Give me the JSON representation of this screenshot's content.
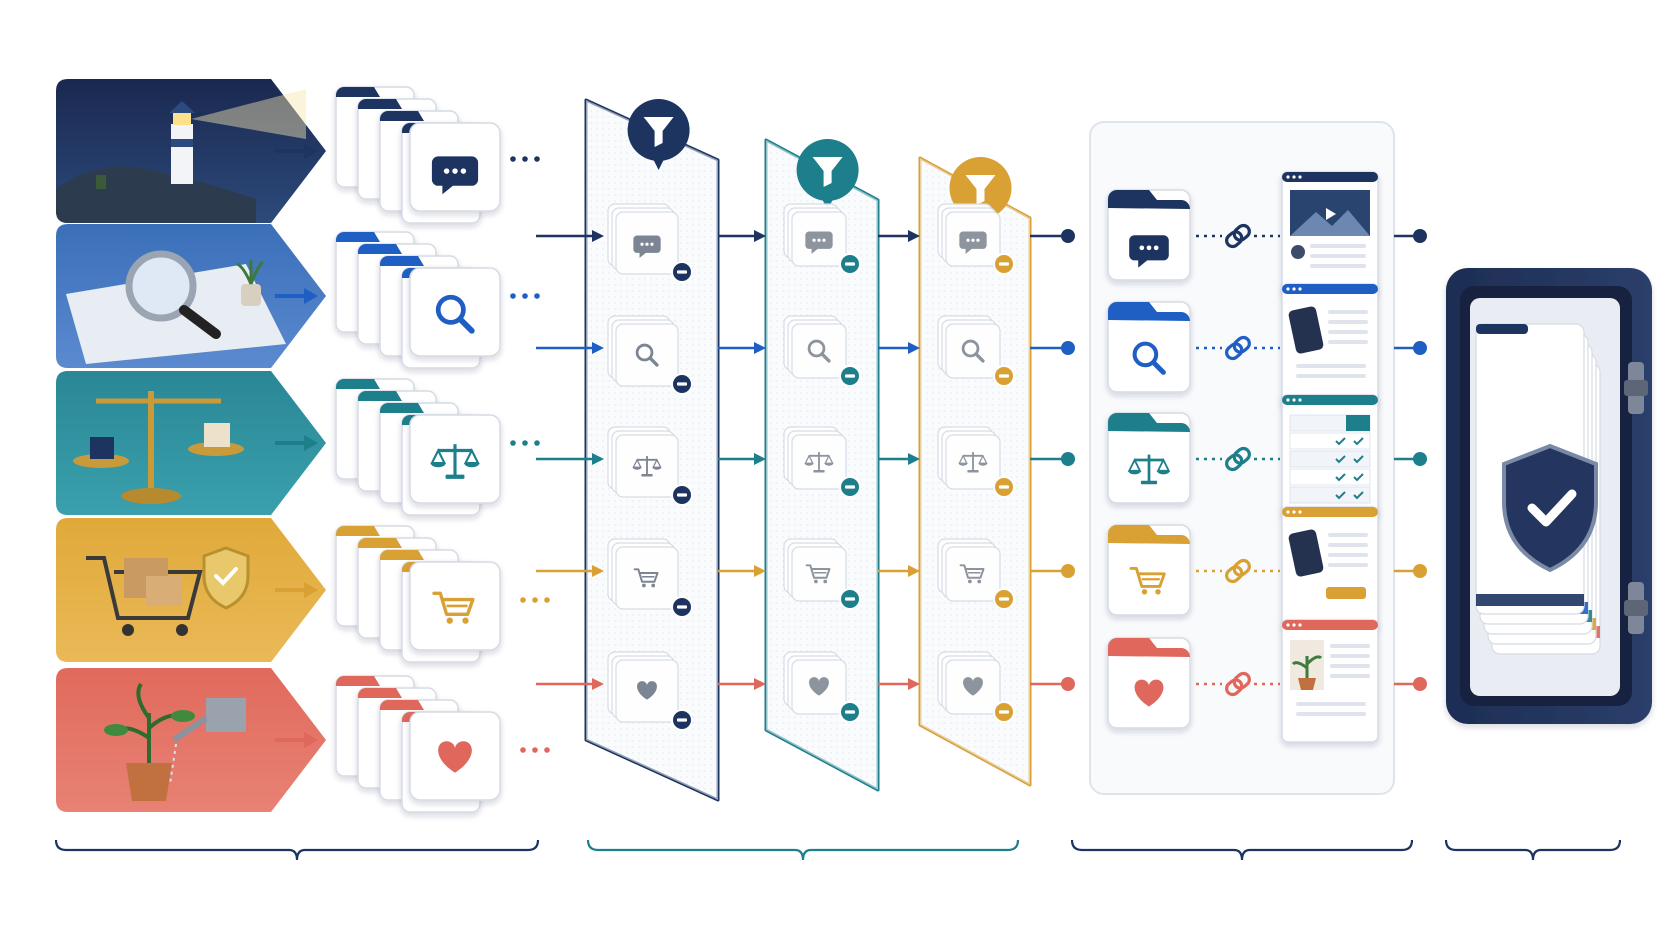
{
  "colors": {
    "navy": "#1d3461",
    "blue": "#1f5fc4",
    "teal": "#1e7f8c",
    "gold": "#d9a034",
    "coral": "#e0675c",
    "panel_border": "#dfe4ec",
    "paper": "#ffffff"
  },
  "lanes": [
    {
      "id": "explore",
      "color": "navy",
      "icon": "chat-bubble-icon",
      "scene": "lighthouse-scene",
      "detail_page": "video-page"
    },
    {
      "id": "search",
      "color": "blue",
      "icon": "magnifier-icon",
      "scene": "magnifier-map-scene",
      "detail_page": "product-page"
    },
    {
      "id": "compare",
      "color": "teal",
      "icon": "balance-scale-icon",
      "scene": "balance-scale-scene",
      "detail_page": "comparison-table-page"
    },
    {
      "id": "purchase",
      "color": "gold",
      "icon": "shopping-cart-icon",
      "scene": "cart-shield-scene",
      "detail_page": "checkout-page"
    },
    {
      "id": "care",
      "color": "coral",
      "icon": "heart-icon",
      "scene": "watering-plant-scene",
      "detail_page": "plant-article-page"
    }
  ],
  "filters": [
    {
      "id": "filter-1",
      "color": "navy"
    },
    {
      "id": "filter-2",
      "color": "teal"
    },
    {
      "id": "filter-3",
      "color": "gold"
    }
  ],
  "vault": {
    "icon": "shield-check-icon"
  },
  "stage_groups": [
    "inputs",
    "filters",
    "linked-pages",
    "vault"
  ]
}
